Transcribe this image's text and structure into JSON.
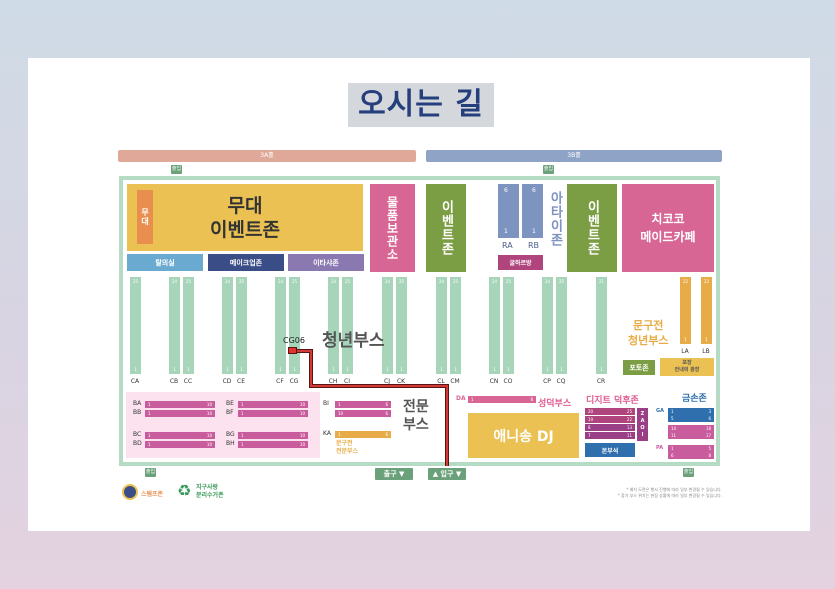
{
  "title": "오시는 길",
  "halls": {
    "a": "3A홀",
    "b": "3B홀"
  },
  "door_tag": "출입",
  "zones": {
    "stage_side": "무대",
    "stage_main_line1": "무대",
    "stage_main_line2": "이벤트존",
    "locker": "물품보관소",
    "event_left": "이벤트존",
    "event_right": "이벤트존",
    "anime_zone": "아타이존",
    "ra": "RA",
    "rb": "RB",
    "ra_top": "6",
    "rb_top": "6",
    "ra_bottom": "1",
    "rb_bottom": "1",
    "goods_room": "굴하르방",
    "chikoko_line1": "치코코",
    "chikoko_line2": "메이드카페",
    "rest": "탈의실",
    "makeup": "메이크업존",
    "itasha": "이타샤존",
    "youth_booth": "청년부스",
    "mungujeon_line1": "문구전",
    "mungujeon_line2": "청년부스",
    "photo": "포토존",
    "pojang_line1": "포장",
    "pojang_line2": "안내의 광장",
    "pro_booth_line1": "전문",
    "pro_booth_line2": "부스",
    "ka_sub_line1": "문구전",
    "ka_sub_line2": "전문부스",
    "sungduk": "성덕부스",
    "digital": "디지트 덕후존",
    "zaoi": "ZAOI",
    "geumson": "금손존",
    "anisong": "애니송 DJ",
    "headquarters": "본부석"
  },
  "columns": [
    {
      "label": "CA",
      "top": "25",
      "bottom": "1"
    },
    {
      "label": "CB",
      "top": "24",
      "bottom": "1"
    },
    {
      "label": "CC",
      "top": "25",
      "bottom": "1"
    },
    {
      "label": "CD",
      "top": "24",
      "bottom": "1"
    },
    {
      "label": "CE",
      "top": "25",
      "bottom": "1"
    },
    {
      "label": "CF",
      "top": "24",
      "bottom": "1"
    },
    {
      "label": "CG",
      "top": "25",
      "bottom": "1"
    },
    {
      "label": "CH",
      "top": "24",
      "bottom": "1"
    },
    {
      "label": "CI",
      "top": "25",
      "bottom": "1"
    },
    {
      "label": "CJ",
      "top": "24",
      "bottom": "1"
    },
    {
      "label": "CK",
      "top": "25",
      "bottom": "1"
    },
    {
      "label": "CL",
      "top": "24",
      "bottom": "1"
    },
    {
      "label": "CM",
      "top": "25",
      "bottom": "1"
    },
    {
      "label": "CN",
      "top": "24",
      "bottom": "1"
    },
    {
      "label": "CO",
      "top": "25",
      "bottom": "1"
    },
    {
      "label": "CP",
      "top": "24",
      "bottom": "1"
    },
    {
      "label": "CQ",
      "top": "25",
      "bottom": "1"
    },
    {
      "label": "CR",
      "top": "21",
      "bottom": "1"
    },
    {
      "label": "LA",
      "top": "22",
      "bottom": "1"
    },
    {
      "label": "LB",
      "top": "22",
      "bottom": "1"
    }
  ],
  "rows": [
    {
      "label": "BA",
      "start": "1",
      "end": "10"
    },
    {
      "label": "BB",
      "start": "1",
      "end": "10"
    },
    {
      "label": "BE",
      "start": "1",
      "end": "10"
    },
    {
      "label": "BF",
      "start": "1",
      "end": "10"
    },
    {
      "label": "BI",
      "start": "1",
      "end": "6"
    },
    {
      "label": "",
      "start": "10",
      "end": "6"
    },
    {
      "label": "BC",
      "start": "1",
      "end": "10"
    },
    {
      "label": "BD",
      "start": "1",
      "end": "10"
    },
    {
      "label": "BG",
      "start": "1",
      "end": "10"
    },
    {
      "label": "BH",
      "start": "1",
      "end": "10"
    },
    {
      "label": "KA",
      "start": "1",
      "end": "6"
    },
    {
      "label": "DA",
      "start": "1",
      "end": "8"
    }
  ],
  "digital_blocks": [
    {
      "a": "20",
      "b": "25"
    },
    {
      "a": "19",
      "b": "22"
    },
    {
      "a": "8",
      "b": "13"
    },
    {
      "a": "7",
      "b": "11"
    }
  ],
  "geumson_blocks": [
    {
      "label": "GA",
      "a": "1",
      "b": "3"
    },
    {
      "label": "",
      "a": "5",
      "b": "6"
    },
    {
      "label": "",
      "a": "14",
      "b": "18"
    },
    {
      "label": "",
      "a": "11",
      "b": "17"
    },
    {
      "label": "PA",
      "a": "1",
      "b": "5"
    },
    {
      "label": "",
      "a": "6",
      "b": "8"
    }
  ],
  "marker": "CG06",
  "exit": "출구 ▼",
  "entrance": "▲ 입구 ▼",
  "legend": {
    "stamp": "스탬프존",
    "recycle_line1": "지구사랑",
    "recycle_line2": "분리수거존"
  },
  "notes": {
    "line1": "* 배치 도면은 행사 진행에 따라 일부 변경될 수 있습니다.",
    "line2": "* 참가 부스 위치는 현장 상황에 따라 일부 변경될 수 있습니다."
  },
  "colors": {
    "title_text": "#253f7c",
    "stage": "#eac152",
    "locker": "#d86694",
    "event_zone": "#7b9e44",
    "anime": "#7d93c0",
    "chikoko": "#d86694",
    "booth_column": "#a6d5ba",
    "youth_orange": "#e7ac47",
    "row_booth": "#c95c9d",
    "route": "#c12a2a",
    "anisong": "#eac152"
  }
}
